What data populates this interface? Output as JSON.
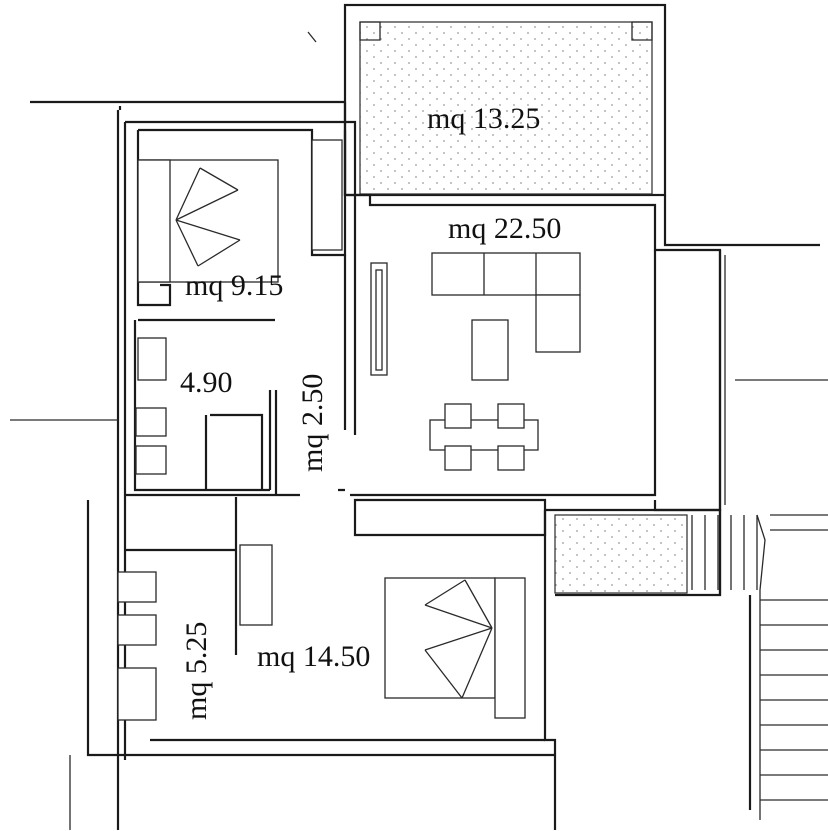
{
  "plan": {
    "rooms": [
      {
        "id": "terrace",
        "label": "mq 13.25"
      },
      {
        "id": "living",
        "label": "mq 22.50"
      },
      {
        "id": "bedroom-small",
        "label": "mq 9.15"
      },
      {
        "id": "bath-small",
        "label": "4.90"
      },
      {
        "id": "hallway",
        "label": "mq 2.50"
      },
      {
        "id": "bath-large",
        "label": "mq 5.25"
      },
      {
        "id": "bedroom-master",
        "label": "mq 14.50"
      }
    ],
    "colors": {
      "line": "#1a1a1a",
      "paper": "#ffffff",
      "hatch": "#9a9a9a"
    }
  }
}
